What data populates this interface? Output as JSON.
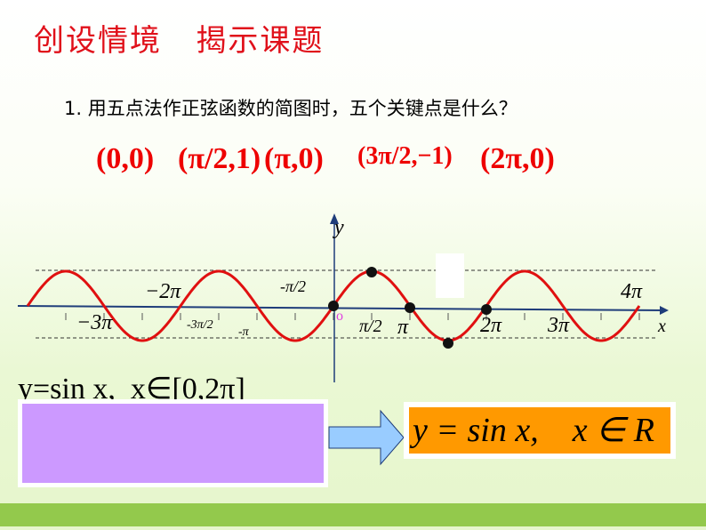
{
  "title": "创设情境   揭示课题",
  "question": "1. 用五点法作正弦函数的简图时，五个关键点是什么？",
  "key_points": [
    "(0,0)",
    "(π/2,1)",
    "(π,0)",
    "(3π/2,−1)",
    "(2π,0)"
  ],
  "graph": {
    "y_label": "y",
    "x_label": "x",
    "origin_label": "o",
    "tick_labels": [
      "−3π",
      "−2π",
      "-π/2",
      "-3π/2",
      "-π",
      "π/2",
      "π",
      "2π",
      "3π",
      "4π"
    ],
    "curve_color": "#e01010",
    "axis_color": "#1f3d7a",
    "points": [
      "(0,0)",
      "(π/2,1)",
      "(π,0)",
      "(3π/2,−1)",
      "(2π,0)"
    ]
  },
  "left_formula": "y=sin x,  x∈[0,2π]",
  "right_formula": "y = sin x,    x ∈ R",
  "colors": {
    "purple_box": "#cc99ff",
    "orange_box": "#ff9900",
    "arrow": "#99ccff",
    "band": "#93c94c",
    "title": "#e0101a"
  }
}
